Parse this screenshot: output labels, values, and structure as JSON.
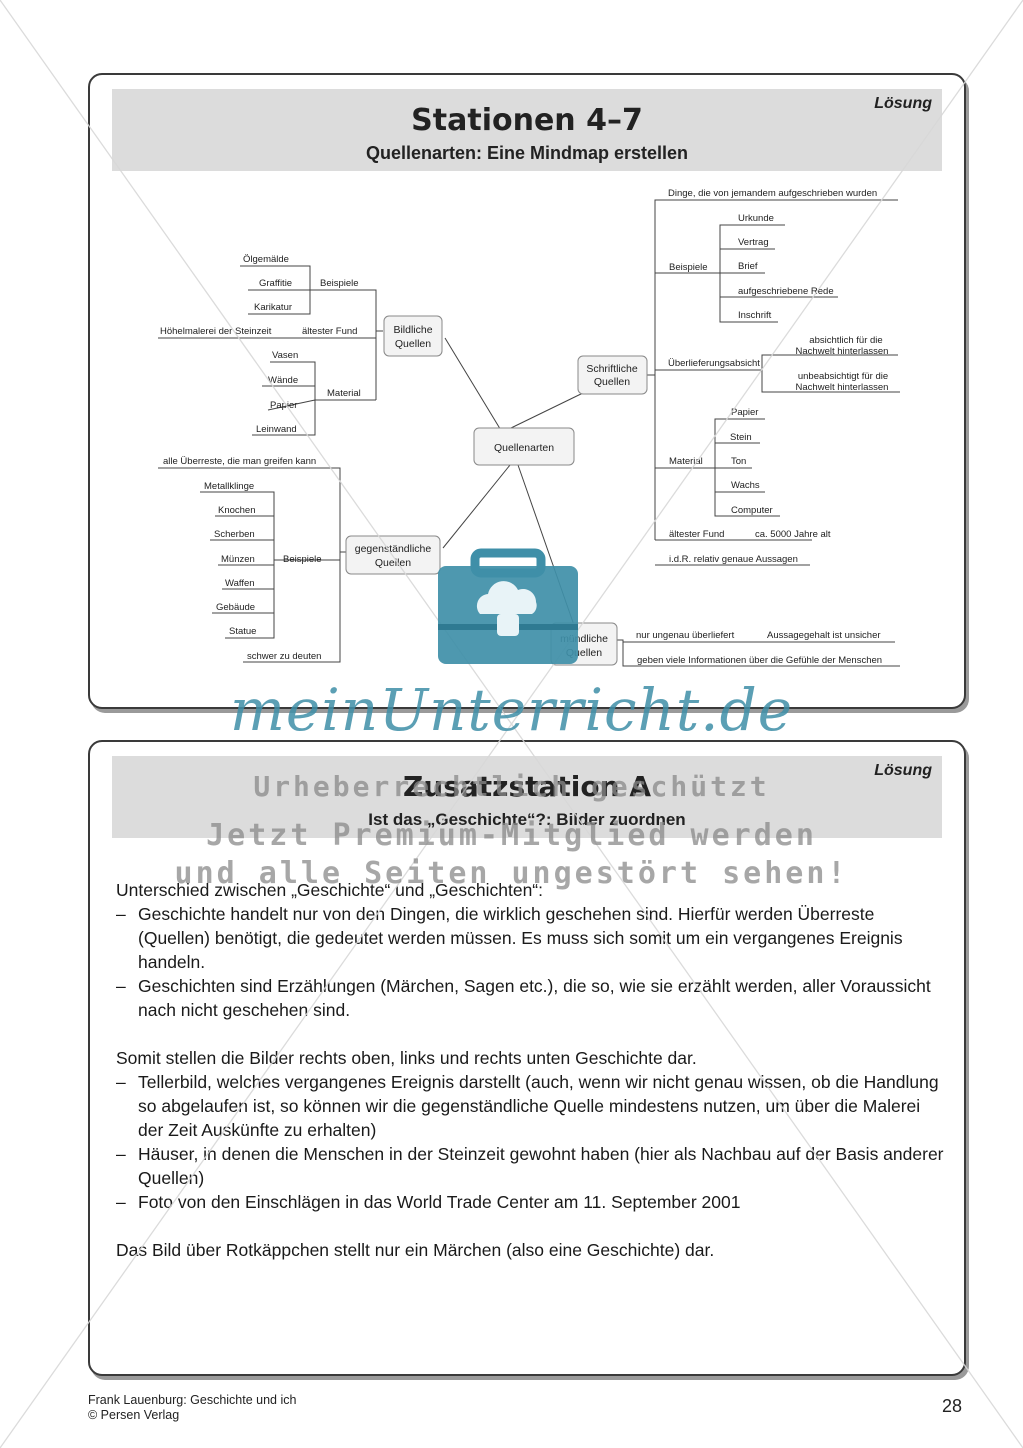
{
  "card1": {
    "title": "Stationen 4–7",
    "subtitle": "Quellenarten: Eine Mindmap erstellen",
    "solution_label": "Lösung"
  },
  "mindmap": {
    "center": "Quellenarten",
    "bildliche": {
      "node": [
        "Bildliche",
        "Quellen"
      ],
      "beispiele_label": "Beispiele",
      "beispiele": [
        "Ölgemälde",
        "Graffitie",
        "Karikatur"
      ],
      "aeltester_fund_label": "ältester Fund",
      "aeltester_fund": "Höhelmalerei der Steinzeit",
      "material_label": "Material",
      "material": [
        "Vasen",
        "Wände",
        "Papier",
        "Leinwand"
      ]
    },
    "gegenstaendliche": {
      "node": [
        "gegenständliche",
        "Quellen"
      ],
      "top": "alle Überreste, die man greifen kann",
      "beispiele_label": "Beispiele",
      "beispiele": [
        "Metallklinge",
        "Knochen",
        "Scherben",
        "Münzen",
        "Waffen",
        "Gebäude",
        "Statue"
      ],
      "bottom": "schwer zu deuten"
    },
    "schriftliche": {
      "node": [
        "Schriftliche",
        "Quellen"
      ],
      "top": "Dinge, die von jemandem aufgeschrieben wurden",
      "beispiele_label": "Beispiele",
      "beispiele": [
        "Urkunde",
        "Vertrag",
        "Brief",
        "aufgeschriebene Rede",
        "Inschrift"
      ],
      "ueberlieferung_label": "Überlieferungsabsicht",
      "ueberlieferung": [
        [
          "absichtlich für die",
          "Nachwelt hinterlassen"
        ],
        [
          "unbeabsichtigt für die",
          "Nachwelt hinterlassen"
        ]
      ],
      "material_label": "Material",
      "material": [
        "Papier",
        "Stein",
        "Ton",
        "Wachs",
        "Computer"
      ],
      "aeltester_fund_label": "ältester Fund",
      "aeltester_fund": "ca. 5000 Jahre alt",
      "aussagen": "i.d.R. relativ genaue Aussagen"
    },
    "muendliche": {
      "node": [
        "mündliche",
        "Quellen"
      ],
      "nur_ungenau": "nur ungenau überliefert",
      "aussagegehalt": "Aussagegehalt ist unsicher",
      "gefuehle": "geben viele Informationen über die Gefühle der Menschen"
    }
  },
  "card2": {
    "title": "Zusatzstation A",
    "subtitle": "Ist das „Geschichte“?: Bilder zuordnen",
    "solution_label": "Lösung",
    "intro": "Unterschied zwischen „Geschichte“ und „Geschichten“:",
    "points1": [
      "Geschichte handelt nur von den Dingen, die wirklich geschehen sind. Hierfür werden Überreste (Quellen) benötigt, die gedeutet werden müssen. Es muss sich somit um ein vergangenes Ereignis handeln.",
      "Geschichten sind Erzählungen (Märchen, Sagen etc.), die so, wie sie erzählt werden, aller Voraussicht nach nicht geschehen sind."
    ],
    "intro2": "Somit stellen die Bilder rechts oben, links und rechts unten Geschichte dar.",
    "points2": [
      "Tellerbild, welches vergangenes Ereignis darstellt (auch, wenn wir nicht genau wissen, ob die Handlung so abgelaufen ist, so können wir die gegenständliche Quelle mindestens nutzen, um über die Malerei der Zeit Auskünfte zu erhalten)",
      "Häuser, in denen die Menschen in der Steinzeit gewohnt haben (hier als Nachbau auf der Basis anderer Quellen)",
      "Foto von den Einschlägen in das World Trade Center am 11. September 2001"
    ],
    "closing": "Das Bild über Rotkäppchen stellt nur ein Märchen (also eine Geschichte) dar."
  },
  "watermark": {
    "brand": "meinUnterricht.de",
    "line1": "Urheberrechtlich geschützt",
    "line2": "Jetzt Premium-Mitglied werden",
    "line3": "und alle Seiten ungestört sehen!",
    "icon": "cloud-briefcase-icon",
    "color": "#3f8fa8"
  },
  "footer": {
    "line1": "Frank Lauenburg: Geschichte und ich",
    "line2": "© Persen Verlag",
    "page_number": "28"
  }
}
